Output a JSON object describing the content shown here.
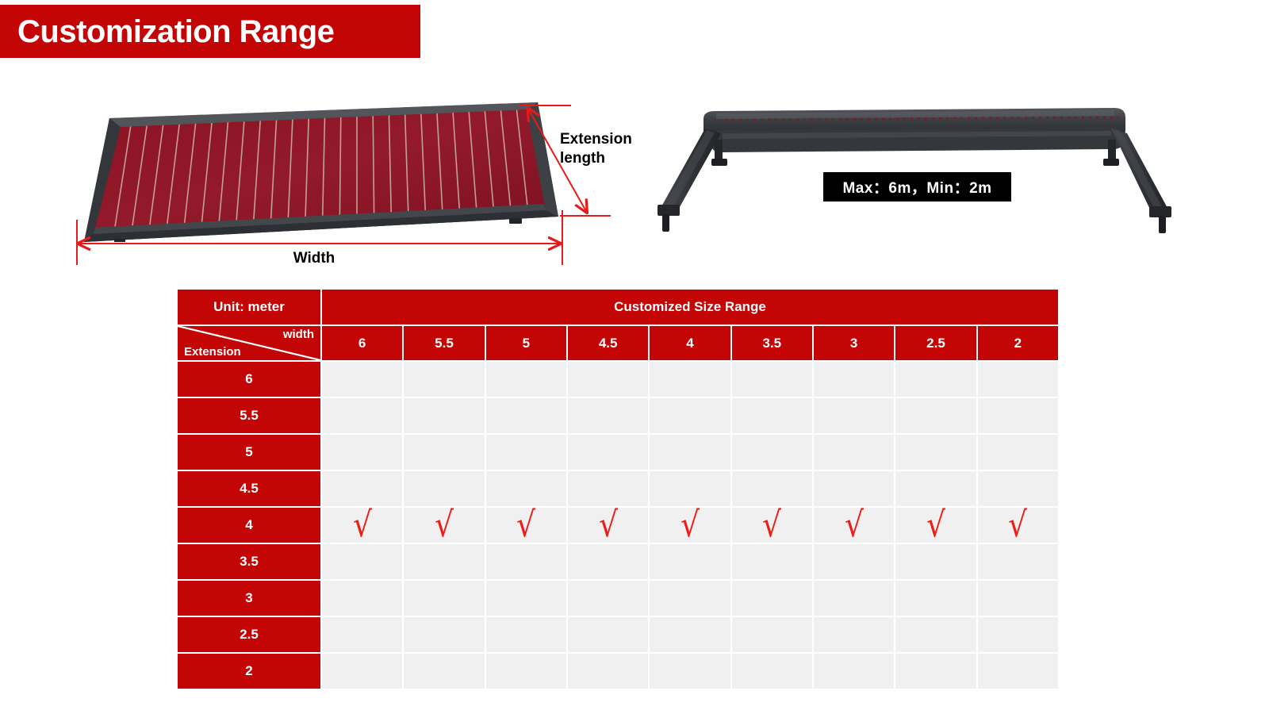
{
  "header": {
    "title": "Customization Range",
    "banner_color": "#c30505"
  },
  "figures": {
    "left": {
      "name": "awning-extended-perspective",
      "frame_color": "#3a3d41",
      "fabric_color": "#8e1526",
      "stripe_color": "#cbb8ae"
    },
    "right": {
      "name": "awning-retracted-front",
      "frame_color": "#3a3d41"
    }
  },
  "annotations": {
    "extension_label": "Extension\nlength",
    "extension_label_line1": "Extension",
    "extension_label_line2": "length",
    "width_label": "Width",
    "maxmin_label": "Max：6m，Min：2m",
    "dimension_line_color": "#e8191b"
  },
  "table": {
    "unit_cell": "Unit: meter",
    "title_cell": "Customized Size Range",
    "split_cell": {
      "top_right": "width",
      "bottom_left": "Extension"
    },
    "column_headers": [
      "6",
      "5.5",
      "5",
      "4.5",
      "4",
      "3.5",
      "3",
      "2.5",
      "2"
    ],
    "row_headers": [
      "6",
      "5.5",
      "5",
      "4.5",
      "4",
      "3.5",
      "3",
      "2.5",
      "2"
    ],
    "check_symbol": "√",
    "check_color": "#ed1c16",
    "header_color": "#c30505",
    "body_color": "#f0f0f0",
    "rows": [
      {
        "label": "6",
        "cells": [
          "",
          "",
          "",
          "",
          "",
          "",
          "",
          "",
          ""
        ]
      },
      {
        "label": "5.5",
        "cells": [
          "",
          "",
          "",
          "",
          "",
          "",
          "",
          "",
          ""
        ]
      },
      {
        "label": "5",
        "cells": [
          "",
          "",
          "",
          "",
          "",
          "",
          "",
          "",
          ""
        ]
      },
      {
        "label": "4.5",
        "cells": [
          "",
          "",
          "",
          "",
          "",
          "",
          "",
          "",
          ""
        ]
      },
      {
        "label": "4",
        "cells": [
          "√",
          "√",
          "√",
          "√",
          "√",
          "√",
          "√",
          "√",
          "√"
        ]
      },
      {
        "label": "3.5",
        "cells": [
          "",
          "",
          "",
          "",
          "",
          "",
          "",
          "",
          ""
        ]
      },
      {
        "label": "3",
        "cells": [
          "",
          "",
          "",
          "",
          "",
          "",
          "",
          "",
          ""
        ]
      },
      {
        "label": "2.5",
        "cells": [
          "",
          "",
          "",
          "",
          "",
          "",
          "",
          "",
          ""
        ]
      },
      {
        "label": "2",
        "cells": [
          "",
          "",
          "",
          "",
          "",
          "",
          "",
          "",
          ""
        ]
      }
    ]
  }
}
